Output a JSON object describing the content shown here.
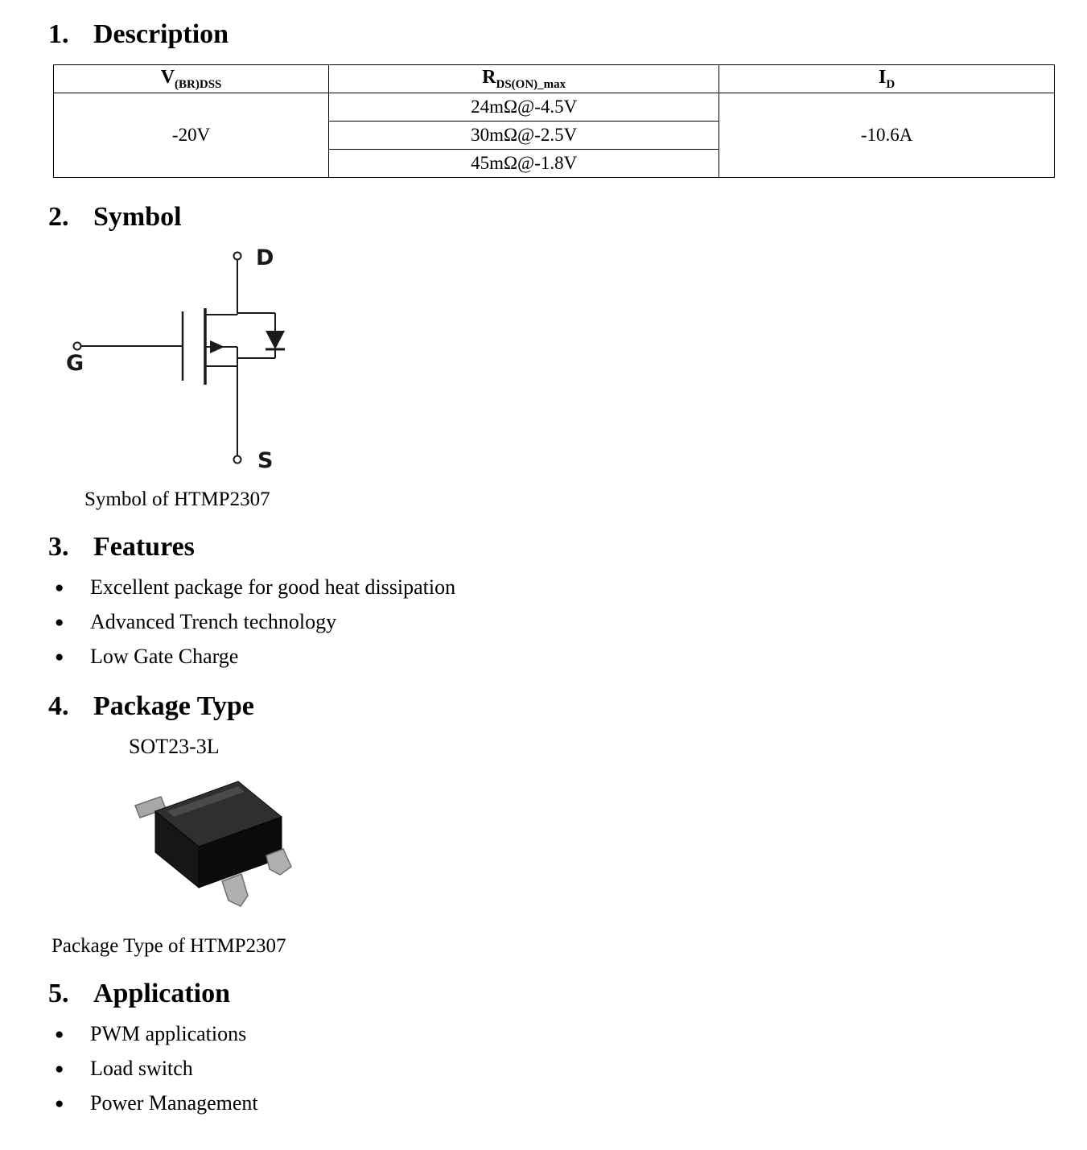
{
  "ui": {
    "bullet": "●"
  },
  "headings": [
    {
      "number": "1.",
      "title": "Description"
    },
    {
      "number": "2.",
      "title": "Symbol"
    },
    {
      "number": "3.",
      "title": "Features"
    },
    {
      "number": "4.",
      "title": "Package Type"
    },
    {
      "number": "5.",
      "title": "Application"
    }
  ],
  "description_table": {
    "headers": [
      {
        "main": "V",
        "sub": "(BR)DSS"
      },
      {
        "main": "R",
        "sub": "DS(ON)_max"
      },
      {
        "main": "I",
        "sub": "D"
      }
    ],
    "vbrdss_value": "-20V",
    "rdson_values": [
      "24mΩ@-4.5V",
      "30mΩ@-2.5V",
      "45mΩ@-1.8V"
    ],
    "id_value": "-10.6A"
  },
  "symbol": {
    "terminals": {
      "drain": "D",
      "gate": "G",
      "source": "S"
    },
    "caption": "Symbol of HTMP2307"
  },
  "features": [
    "Excellent package for good heat dissipation",
    "Advanced Trench technology",
    "Low Gate Charge"
  ],
  "package": {
    "type_label": "SOT23-3L",
    "caption": "Package Type of HTMP2307"
  },
  "applications": [
    "PWM applications",
    "Load switch",
    "Power Management"
  ]
}
